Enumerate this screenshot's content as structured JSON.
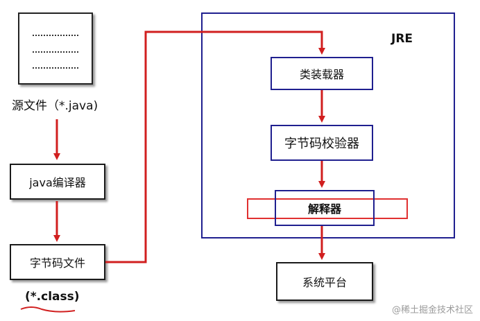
{
  "colors": {
    "flow_arrow": "#d11f1f",
    "jre_border": "#1f1f8f",
    "box_border": "#1a1a1a",
    "interpreter_highlight": "#e03030"
  },
  "source_file": {
    "dots": [
      "............",
      "............",
      "............"
    ],
    "label": "源文件（*.java)"
  },
  "compiler": {
    "label": "java编译器"
  },
  "bytecode": {
    "label": "字节码文件",
    "sublabel": "(*.class)"
  },
  "jre": {
    "title": "JRE",
    "class_loader": "类装载器",
    "verifier": "字节码校验器",
    "interpreter": "解释器"
  },
  "platform": {
    "label": "系统平台"
  },
  "watermark": "@稀土掘金技术社区"
}
